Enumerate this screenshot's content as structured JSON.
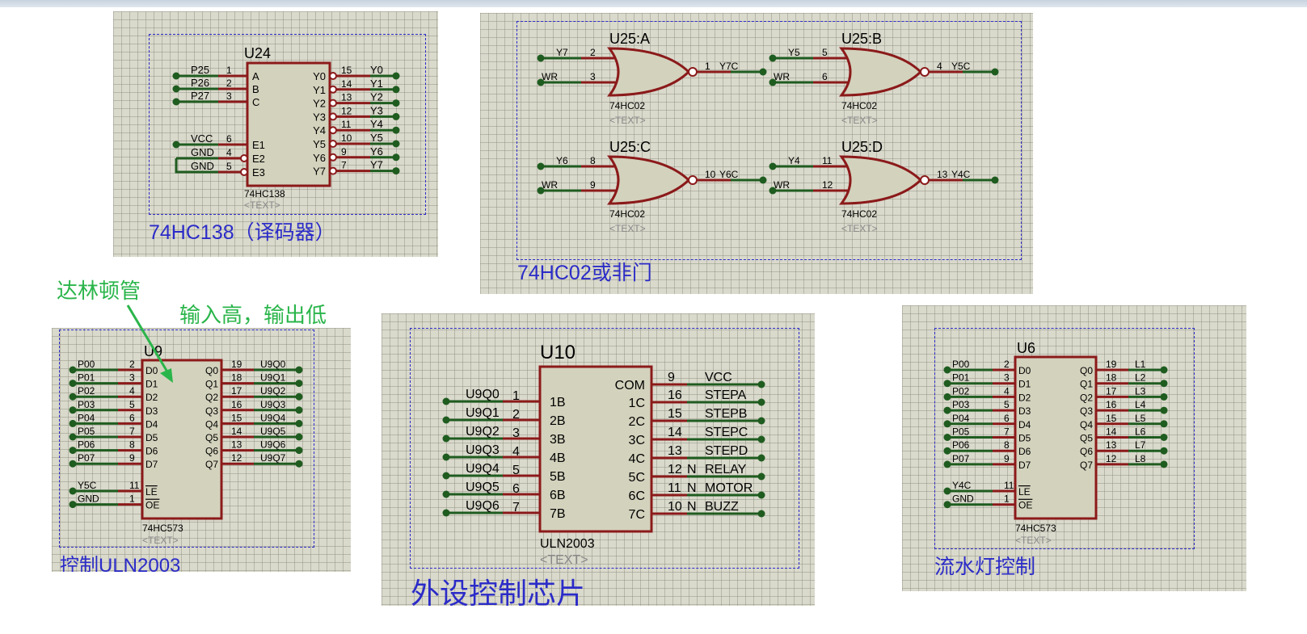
{
  "decoder": {
    "ref": "U24",
    "part": "74HC138",
    "text_tag": "<TEXT>",
    "caption": "74HC138（译码器）",
    "inputs": [
      {
        "net": "P25",
        "pin": "1",
        "name": "A"
      },
      {
        "net": "P26",
        "pin": "2",
        "name": "B"
      },
      {
        "net": "P27",
        "pin": "3",
        "name": "C"
      }
    ],
    "enables": [
      {
        "net": "VCC",
        "pin": "6",
        "name": "E1"
      },
      {
        "net": "GND",
        "pin": "4",
        "name": "E2"
      },
      {
        "net": "GND",
        "pin": "5",
        "name": "E3"
      }
    ],
    "outputs": [
      {
        "name": "Y0",
        "pin": "15",
        "net": "Y0"
      },
      {
        "name": "Y1",
        "pin": "14",
        "net": "Y1"
      },
      {
        "name": "Y2",
        "pin": "13",
        "net": "Y2"
      },
      {
        "name": "Y3",
        "pin": "12",
        "net": "Y3"
      },
      {
        "name": "Y4",
        "pin": "11",
        "net": "Y4"
      },
      {
        "name": "Y5",
        "pin": "10",
        "net": "Y5"
      },
      {
        "name": "Y6",
        "pin": "9",
        "net": "Y6"
      },
      {
        "name": "Y7",
        "pin": "7",
        "net": "Y7"
      }
    ]
  },
  "nor": {
    "caption": "74HC02或非门",
    "gates": [
      {
        "ref": "U25:A",
        "part": "74HC02",
        "text_tag": "<TEXT>",
        "in1_net": "Y7",
        "in1_pin": "2",
        "in2_net": "WR",
        "in2_pin": "3",
        "out_pin": "1",
        "out_net": "Y7C"
      },
      {
        "ref": "U25:B",
        "part": "74HC02",
        "text_tag": "<TEXT>",
        "in1_net": "Y5",
        "in1_pin": "5",
        "in2_net": "WR",
        "in2_pin": "6",
        "out_pin": "4",
        "out_net": "Y5C"
      },
      {
        "ref": "U25:C",
        "part": "74HC02",
        "text_tag": "<TEXT>",
        "in1_net": "Y6",
        "in1_pin": "8",
        "in2_net": "WR",
        "in2_pin": "9",
        "out_pin": "10",
        "out_net": "Y6C"
      },
      {
        "ref": "U25:D",
        "part": "74HC02",
        "text_tag": "<TEXT>",
        "in1_net": "Y4",
        "in1_pin": "11",
        "in2_net": "WR",
        "in2_pin": "12",
        "out_pin": "13",
        "out_net": "Y4C"
      }
    ]
  },
  "annotations": {
    "darlington": "达林顿管",
    "logic": "输入高，输出低",
    "arrow_color": "#2ab54a"
  },
  "latch_u9": {
    "ref": "U9",
    "part": "74HC573",
    "text_tag": "<TEXT>",
    "caption": "控制ULN2003",
    "inputs": [
      {
        "net": "P00",
        "pin": "2",
        "name": "D0"
      },
      {
        "net": "P01",
        "pin": "3",
        "name": "D1"
      },
      {
        "net": "P02",
        "pin": "4",
        "name": "D2"
      },
      {
        "net": "P03",
        "pin": "5",
        "name": "D3"
      },
      {
        "net": "P04",
        "pin": "6",
        "name": "D4"
      },
      {
        "net": "P05",
        "pin": "7",
        "name": "D5"
      },
      {
        "net": "P06",
        "pin": "8",
        "name": "D6"
      },
      {
        "net": "P07",
        "pin": "9",
        "name": "D7"
      }
    ],
    "controls": [
      {
        "net": "Y5C",
        "pin": "11",
        "name": "LE"
      },
      {
        "net": "GND",
        "pin": "1",
        "name": "OE"
      }
    ],
    "outputs": [
      {
        "name": "Q0",
        "pin": "19",
        "net": "U9Q0"
      },
      {
        "name": "Q1",
        "pin": "18",
        "net": "U9Q1"
      },
      {
        "name": "Q2",
        "pin": "17",
        "net": "U9Q2"
      },
      {
        "name": "Q3",
        "pin": "16",
        "net": "U9Q3"
      },
      {
        "name": "Q4",
        "pin": "15",
        "net": "U9Q4"
      },
      {
        "name": "Q5",
        "pin": "14",
        "net": "U9Q5"
      },
      {
        "name": "Q6",
        "pin": "13",
        "net": "U9Q6"
      },
      {
        "name": "Q7",
        "pin": "12",
        "net": "U9Q7"
      }
    ]
  },
  "uln": {
    "ref": "U10",
    "part": "ULN2003",
    "text_tag": "<TEXT>",
    "caption": "外设控制芯片",
    "com": {
      "name": "COM",
      "pin": "9",
      "net": "VCC"
    },
    "inputs": [
      {
        "net": "U9Q0",
        "pin": "1",
        "name": "1B"
      },
      {
        "net": "U9Q1",
        "pin": "2",
        "name": "2B"
      },
      {
        "net": "U9Q2",
        "pin": "3",
        "name": "3B"
      },
      {
        "net": "U9Q3",
        "pin": "4",
        "name": "4B"
      },
      {
        "net": "U9Q4",
        "pin": "5",
        "name": "5B"
      },
      {
        "net": "U9Q5",
        "pin": "6",
        "name": "6B"
      },
      {
        "net": "U9Q6",
        "pin": "7",
        "name": "7B"
      }
    ],
    "outputs": [
      {
        "name": "1C",
        "pin": "16",
        "net": "STEPA"
      },
      {
        "name": "2C",
        "pin": "15",
        "net": "STEPB"
      },
      {
        "name": "3C",
        "pin": "14",
        "net": "STEPC"
      },
      {
        "name": "4C",
        "pin": "13",
        "net": "STEPD"
      },
      {
        "name": "5C",
        "pin": "12",
        "net": "RELAY",
        "n": "N"
      },
      {
        "name": "6C",
        "pin": "11",
        "net": "MOTOR",
        "n": "N"
      },
      {
        "name": "7C",
        "pin": "10",
        "net": "BUZZ",
        "n": "N"
      }
    ]
  },
  "latch_u6": {
    "ref": "U6",
    "part": "74HC573",
    "text_tag": "<TEXT>",
    "caption": "流水灯控制",
    "inputs": [
      {
        "net": "P00",
        "pin": "2",
        "name": "D0"
      },
      {
        "net": "P01",
        "pin": "3",
        "name": "D1"
      },
      {
        "net": "P02",
        "pin": "4",
        "name": "D2"
      },
      {
        "net": "P03",
        "pin": "5",
        "name": "D3"
      },
      {
        "net": "P04",
        "pin": "6",
        "name": "D4"
      },
      {
        "net": "P05",
        "pin": "7",
        "name": "D5"
      },
      {
        "net": "P06",
        "pin": "8",
        "name": "D6"
      },
      {
        "net": "P07",
        "pin": "9",
        "name": "D7"
      }
    ],
    "controls": [
      {
        "net": "Y4C",
        "pin": "11",
        "name": "LE"
      },
      {
        "net": "GND",
        "pin": "1",
        "name": "OE"
      }
    ],
    "outputs": [
      {
        "name": "Q0",
        "pin": "19",
        "net": "L1"
      },
      {
        "name": "Q1",
        "pin": "18",
        "net": "L2"
      },
      {
        "name": "Q2",
        "pin": "17",
        "net": "L3"
      },
      {
        "name": "Q3",
        "pin": "16",
        "net": "L4"
      },
      {
        "name": "Q4",
        "pin": "15",
        "net": "L5"
      },
      {
        "name": "Q5",
        "pin": "14",
        "net": "L6"
      },
      {
        "name": "Q6",
        "pin": "13",
        "net": "L7"
      },
      {
        "name": "Q7",
        "pin": "12",
        "net": "L8"
      }
    ]
  }
}
